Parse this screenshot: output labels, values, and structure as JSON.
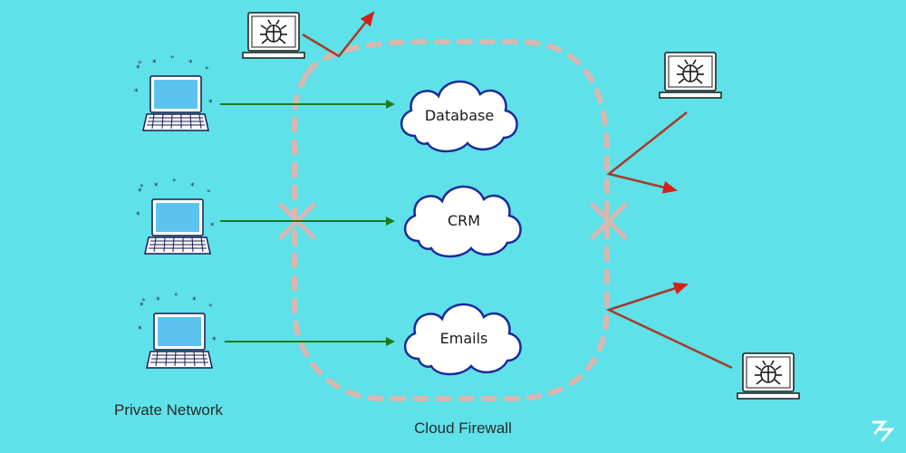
{
  "colors": {
    "background": "#5ee1e8",
    "firewall": "#d8b8b0",
    "allowed_arrow": "#1f7a1f",
    "blocked_arrow": "#a83a2a",
    "arrow_head_red": "#d4201a",
    "cloud_stroke": "#1a2a9a",
    "laptop_screen": "#5cc3f0"
  },
  "icons": {
    "trusted_device": "laptop-icon",
    "malicious_device": "bug-laptop-icon",
    "service": "cloud-icon",
    "blocked": "x-mark-icon",
    "brand": "logo-icon"
  },
  "labels": {
    "private_network": "Private Network",
    "cloud_firewall": "Cloud Firewall"
  },
  "services": [
    {
      "label": "Database"
    },
    {
      "label": "CRM"
    },
    {
      "label": "Emails"
    }
  ]
}
